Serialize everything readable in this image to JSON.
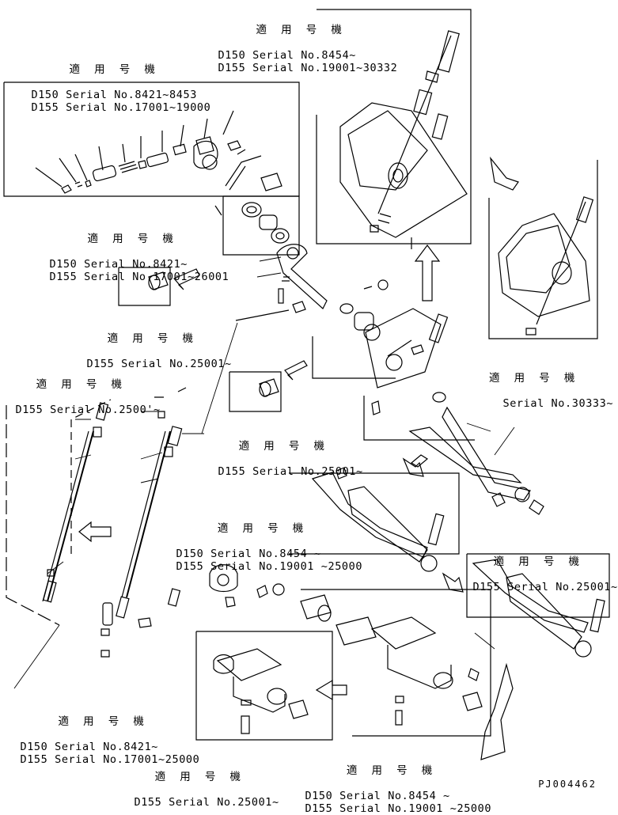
{
  "labels": [
    {
      "id": "top-center",
      "title": "適 用 号 機",
      "lines": [
        "D150 Serial No.8454~",
        "D155 Serial No.19001~30332"
      ]
    },
    {
      "id": "top-left",
      "title": "適 用 号 機",
      "lines": [
        "D150 Serial No.8421~8453",
        "D155 Serial No.17001~19000"
      ]
    },
    {
      "id": "mid-left",
      "title": "適 用 号 機",
      "lines": [
        "D150 Serial No.8421~",
        "D155 Serial No.17001~26001"
      ]
    },
    {
      "id": "bushing-left",
      "title": "適 用 号 機",
      "lines": [
        "D155 Serial No.25001~"
      ]
    },
    {
      "id": "right-top",
      "title": "適 用 号 機",
      "lines": [
        "Serial No.30333~"
      ]
    },
    {
      "id": "rod-left",
      "title": "適 用 号 機",
      "lines": [
        "D155 Serial No.2500'~"
      ]
    },
    {
      "id": "bushing-center",
      "title": "適 用 号 機",
      "lines": [
        "D155 Serial No.25001~"
      ]
    },
    {
      "id": "center",
      "title": "適 用 号 機",
      "lines": [
        "D150 Serial No.8454 ~",
        "D155 Serial No.19001 ~25000"
      ]
    },
    {
      "id": "right-mid",
      "title": "適 用 号 機",
      "lines": [
        "D155 Serial No.25001~"
      ]
    },
    {
      "id": "bottom-left",
      "title": "適 用 号 機",
      "lines": [
        "D150 Serial No.8421~",
        "D155 Serial No.17001~25000"
      ]
    },
    {
      "id": "bottom-center",
      "title": "適 用 号 機",
      "lines": [
        "D155 Serial No.25001~"
      ]
    },
    {
      "id": "bottom-right",
      "title": "適 用 号 機",
      "lines": [
        "D150 Serial No.8454 ~",
        "D155 Serial No.19001 ~25000"
      ]
    }
  ],
  "drawing_code": "PJ004462"
}
